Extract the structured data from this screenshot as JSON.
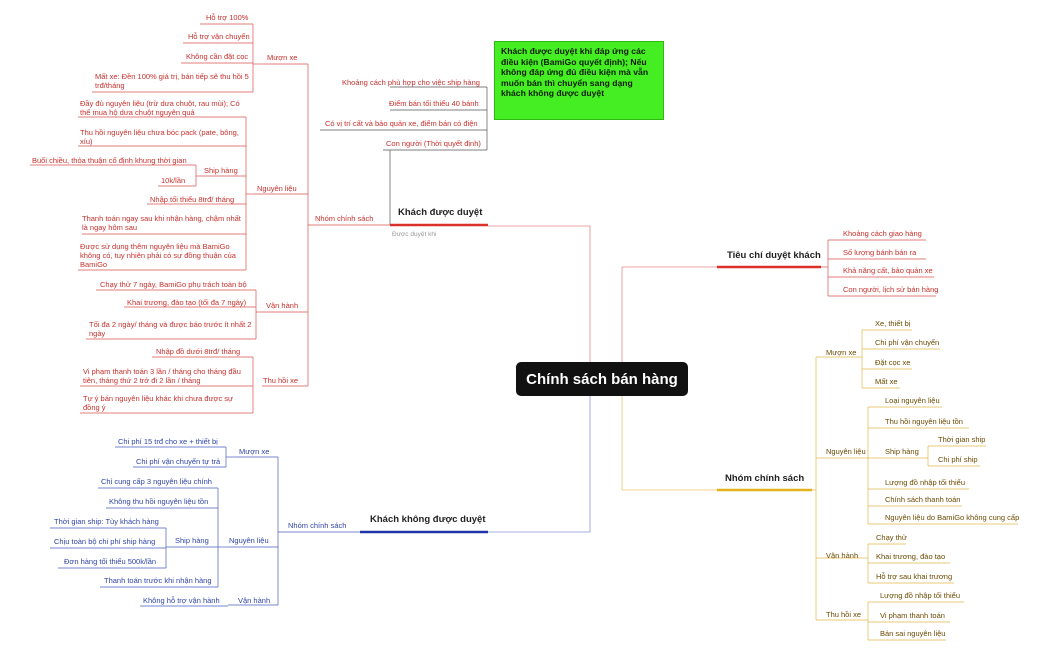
{
  "root": "Chính sách bán hàng",
  "note": "Khách được duyệt khi đáp ứng các điều kiện (BamiGo quyết định); Nếu không đáp ứng đủ điều kiện mà vẫn muốn bán thì chuyển sang dạng khách không được duyệt",
  "approved": {
    "title": "Khách được duyệt",
    "subtitle": "Được duyệt khi",
    "conditions": [
      "Khoảng cách phù hợp cho việc ship hàng",
      "Điểm bán tối thiểu 40 bánh",
      "Có vị trí cất và bảo quản xe, điểm bán có điện",
      "Con người (Thời quyết định)"
    ],
    "policy": "Nhóm chính sách",
    "muon_xe": "Mượn xe",
    "muon_xe_items": [
      "Hỗ trợ 100%",
      "Hỗ trợ vận chuyển",
      "Không cần đặt cọc",
      "Mất xe: Đền 100% giá trị, bán tiếp sẽ thu hồi 5 trđ/tháng"
    ],
    "nguyen_lieu": "Nguyên liệu",
    "nl1": "Đầy đủ nguyên liệu (trừ dưa chuột, rau mùi); Có thể mua hộ dưa chuột nguyên quả",
    "nl2": "Thu hồi nguyên liệu chưa bóc pack (pate, bông, xíu)",
    "ship": "Ship hàng",
    "ship1": "Buổi chiều, thỏa thuận cố định khung thời gian",
    "ship2": "10k/lần",
    "nl3": "Nhập tối thiểu 8trđ/ tháng",
    "nl4": "Thanh toán ngay sau khi nhận hàng, chậm nhất là ngay hôm sau",
    "nl5": "Được sử dụng thêm nguyên liệu mà BamiGo không có, tuy nhiên phải có sự đồng thuận của BamiGo",
    "van_hanh": "Vận hành",
    "vh_items": [
      "Chạy thử 7 ngày, BamiGo phụ trách toàn bộ",
      "Khai trương, đào tạo (tối đa 7 ngày)",
      "Tối đa 2 ngày/ tháng và được báo trước ít nhất 2 ngày"
    ],
    "thu_hoi": "Thu hồi xe",
    "th_items": [
      "Nhập đồ dưới 8trđ/ tháng",
      "Vi phạm thanh toán 3 lần / tháng cho tháng đầu tiên, tháng thứ 2 trở đi 2 lần / tháng",
      "Tự ý bán nguyên liệu khác khi chưa được sự đồng ý"
    ]
  },
  "unapproved": {
    "title": "Khách không được duyệt",
    "policy": "Nhóm chính sách",
    "muon_xe": "Mượn xe",
    "mx1": "Chi phí 15 trđ cho xe + thiết bị",
    "mx2": "Chi phí vận chuyển tự trả",
    "nguyen_lieu": "Nguyên liệu",
    "nl1": "Chỉ cung cấp 3 nguyên liệu chính",
    "nl2": "Không thu hồi nguyên liệu tồn",
    "ship": "Ship hàng",
    "ship_items": [
      "Thời gian ship: Tùy khách hàng",
      "Chịu toàn bộ chi phí ship hàng",
      "Đơn hàng tối thiểu 500k/lần"
    ],
    "nl3": "Thanh toán trước khi nhận hàng",
    "van_hanh": "Vận hành",
    "vh1": "Không hỗ trợ vận hành"
  },
  "criteria": {
    "title": "Tiêu chí duyệt khách",
    "items": [
      "Khoảng cách giao hàng",
      "Số lượng bánh bán ra",
      "Khả năng cất, bảo quản xe",
      "Con người, lịch sử bán hàng"
    ]
  },
  "policy": {
    "title": "Nhóm chính sách",
    "muon_xe": "Mượn xe",
    "mx_items": [
      "Xe, thiết bị",
      "Chi phí vận chuyển",
      "Đặt cọc xe",
      "Mất xe"
    ],
    "nguyen_lieu": "Nguyên liệu",
    "nl1": "Loại nguyên liệu",
    "nl2": "Thu hồi nguyên liệu tồn",
    "ship": "Ship hàng",
    "ship1": "Thời gian ship",
    "ship2": "Chi phí ship",
    "nl3": "Lượng đồ nhập tối thiểu",
    "nl4": "Chính sách thanh toán",
    "nl5": "Nguyên liệu do BamiGo không cung cấp",
    "van_hanh": "Vận hành",
    "vh_items": [
      "Chạy thử",
      "Khai trương, đào tạo",
      "Hỗ trợ sau khai trương"
    ],
    "thu_hoi": "Thu hồi xe",
    "th_items": [
      "Lượng đồ nhập tối thiểu",
      "Vi phạm thanh toán",
      "Bán sai nguyên liệu"
    ]
  },
  "colors": {
    "red": "#c9302c",
    "redline": "#d9534f",
    "blue": "#2f45a8",
    "yellow": "#e0b020",
    "ylw_line": "#e6c060",
    "green": "#44ee22"
  }
}
